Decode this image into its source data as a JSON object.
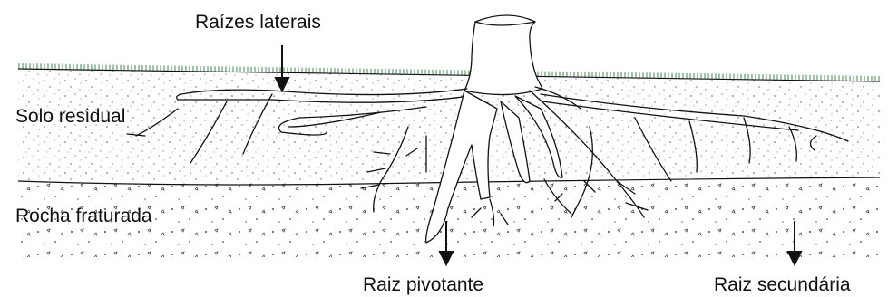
{
  "labels": {
    "lateral_roots": "Raízes laterais",
    "residual_soil": "Solo residual",
    "fractured_rock": "Rocha fraturada",
    "taproot": "Raiz pivotante",
    "secondary_root": "Raiz secundária"
  },
  "colors": {
    "ink": "#111111",
    "grass": "#3f8a55",
    "background": "#ffffff"
  }
}
